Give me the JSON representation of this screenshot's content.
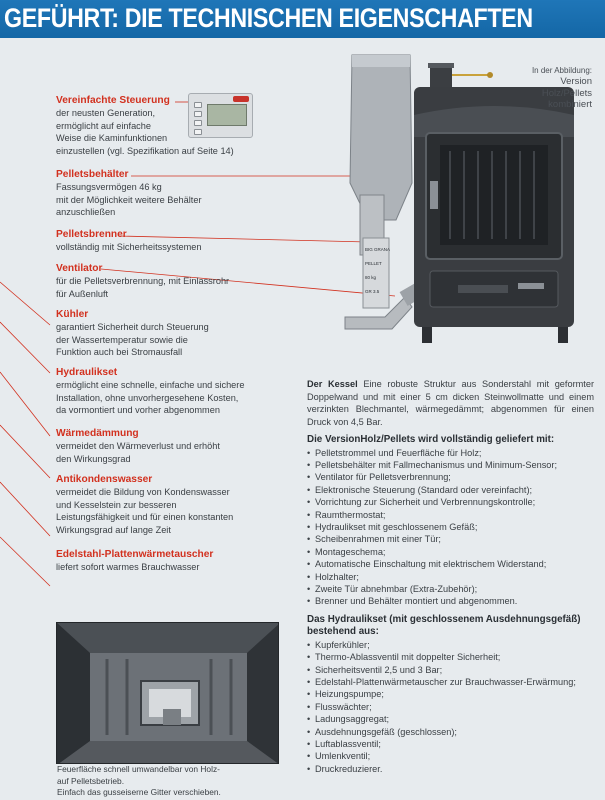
{
  "header": {
    "title": "GEFÜHRT: DIE TECHNISCHEN EIGENSCHAFTEN"
  },
  "illustration_caption": {
    "small": "In der Abbildung:",
    "lines": [
      "Version",
      "Holz/Pellets",
      "kombiniert"
    ]
  },
  "features": [
    {
      "title": "Vereinfachte Steuerung",
      "lines": [
        "der neusten Generation,",
        "ermöglicht auf einfache",
        "Weise die Kaminfunktionen",
        "einzustellen (vgl. Spezifikation auf Seite 14)"
      ]
    },
    {
      "title": "Pelletsbehälter",
      "lines": [
        "Fassungsvermögen 46 kg",
        "mit der Möglichkeit weitere Behälter",
        "anzuschließen"
      ]
    },
    {
      "title": "Pelletsbrenner",
      "lines": [
        "vollständig mit Sicherheitssystemen"
      ]
    },
    {
      "title": "Ventilator",
      "lines": [
        "für die Pelletsverbrennung, mit Einlassrohr",
        "für Außenluft"
      ]
    },
    {
      "title": "Kühler",
      "lines": [
        "garantiert Sicherheit durch Steuerung",
        "der Wassertemperatur sowie die",
        "Funktion auch bei Stromausfall"
      ]
    },
    {
      "title": "Hydraulikset",
      "lines": [
        "ermöglicht eine schnelle, einfache und sichere",
        "Installation, ohne unvorhergesehene Kosten,",
        "da vormontiert und vorher abgenommen"
      ]
    },
    {
      "title": "Wärmedämmung",
      "lines": [
        "vermeidet den Wärmeverlust und erhöht",
        "den Wirkungsgrad"
      ]
    },
    {
      "title": "Antikondenswasser",
      "lines": [
        "vermeidet die Bildung von Kondenswasser",
        "und Kesselstein zur besseren",
        "Leistungsfähigkeit und für einen konstanten",
        "Wirkungsgrad auf lange Zeit"
      ]
    },
    {
      "title": "Edelstahl-Plattenwärmetauscher",
      "lines": [
        "liefert sofort warmes Brauchwasser"
      ]
    }
  ],
  "photo_caption": {
    "lines": [
      "Feuerfläche schnell umwandelbar von Holz-",
      "auf Pelletsbetrieb.",
      "Einfach das gusseiserne Gitter verschieben."
    ]
  },
  "kessel": {
    "lead": "Der Kessel",
    "text": " Eine robuste Struktur aus Sonderstahl mit geformter Doppelwand und mit einer 5 cm dicken Steinwollmatte und einem verzinkten Blechmantel, wärmegedämmt; abgenommen für einen Druck von 4,5 Bar."
  },
  "delivery": {
    "title": "Die VersionHolz/Pellets wird vollständig geliefert mit:",
    "items": [
      "Pelletstrommel und Feuerfläche für Holz;",
      "Pelletsbehälter mit Fallmechanismus und Minimum-Sensor;",
      "Ventilator für Pelletsverbrennung;",
      "Elektronische Steuerung (Standard oder vereinfacht);",
      "Vorrichtung zur Sicherheit und Verbrennungskontrolle;",
      "Raumthermostat;",
      "Hydraulikset mit geschlossenem Gefäß;",
      "Scheibenrahmen mit einer Tür;",
      "Montageschema;",
      "Automatische Einschaltung mit elektrischem Widerstand;",
      "Holzhalter;",
      "Zweite Tür abnehmbar (Extra-Zubehör);",
      "Brenner und Behälter montiert und abgenommen."
    ]
  },
  "hydraulic": {
    "title_lines": [
      "Das Hydraulikset (mit geschlossenem Ausdehnungsgefäß)",
      "bestehend aus:"
    ],
    "items": [
      "Kupferkühler;",
      "Thermo-Ablassventil mit doppelter Sicherheit;",
      "Sicherheitsventil 2,5 und 3 Bar;",
      "Edelstahl-Plattenwärmetauscher zur Brauchwasser-Erwärmung;",
      "Heizungspumpe;",
      "Flusswächter;",
      "Ladungsaggregat;",
      "Ausdehnungsgefäß (geschlossen);",
      "Luftablassventil;",
      "Umlenkventil;",
      "Druckreduzierer."
    ]
  },
  "colors": {
    "header_bg": "#1a6fb0",
    "accent": "#d2311f",
    "page_bg": "#e7ebee"
  }
}
